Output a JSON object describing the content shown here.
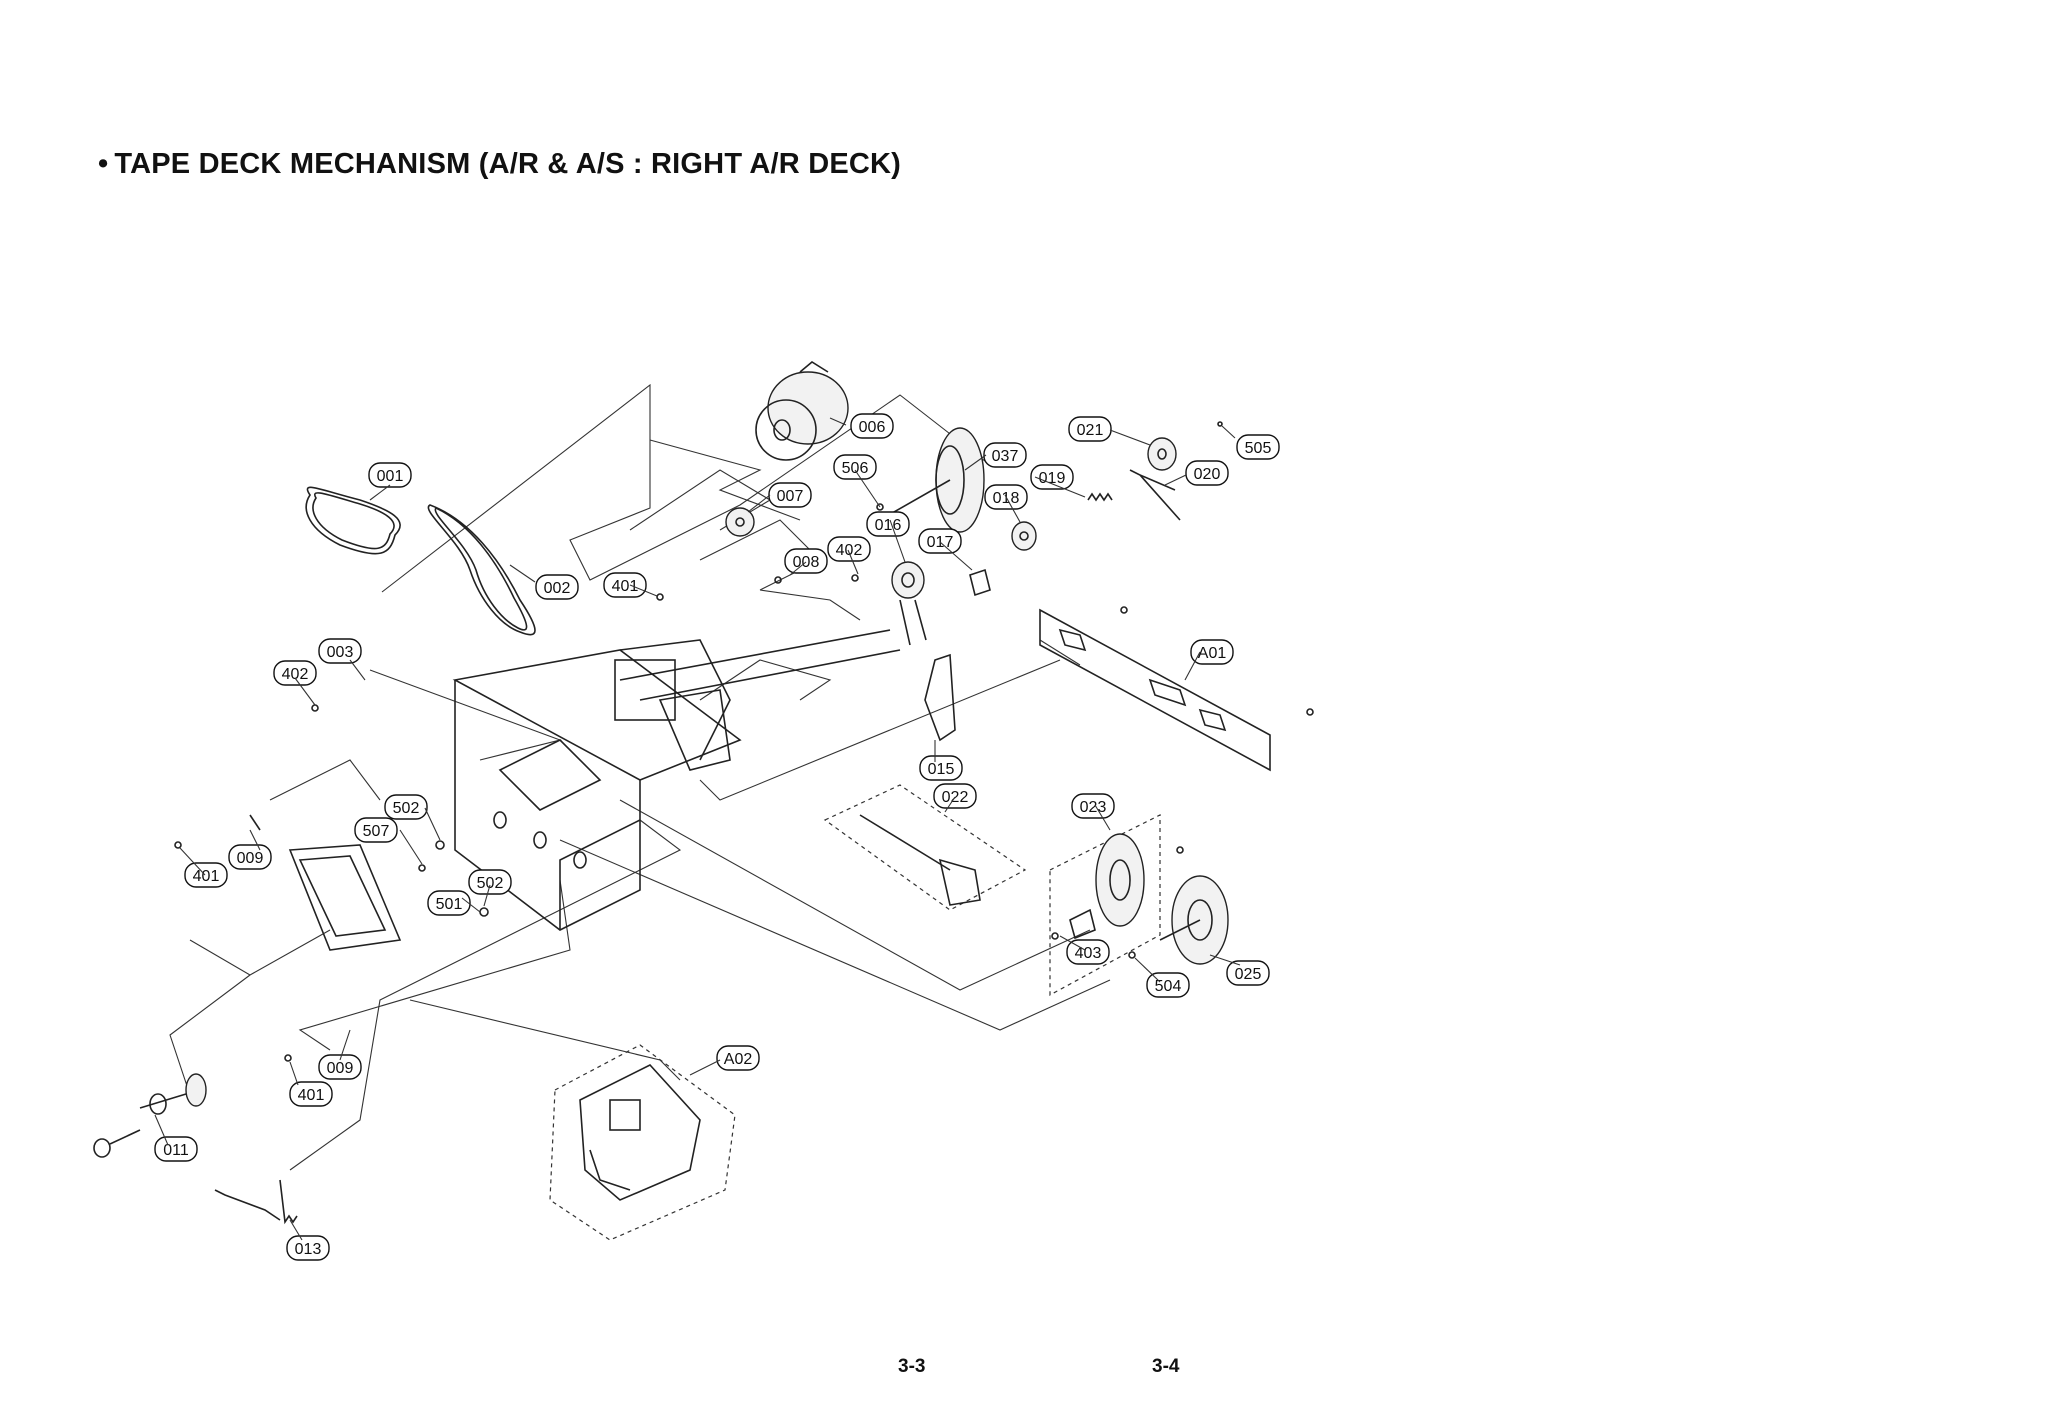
{
  "title": {
    "bullet": "•",
    "text": "TAPE DECK MECHANISM (A/R & A/S : RIGHT A/R DECK)"
  },
  "page_numbers": [
    "3-3",
    "3-4"
  ],
  "part_labels": [
    "001",
    "002",
    "003",
    "402",
    "006",
    "506",
    "007",
    "037",
    "021",
    "505",
    "019",
    "020",
    "018",
    "016",
    "017",
    "008",
    "402",
    "401",
    "A01",
    "015",
    "022",
    "023",
    "502",
    "507",
    "009",
    "401",
    "502",
    "501",
    "403",
    "504",
    "025",
    "A02",
    "009",
    "401",
    "011",
    "013"
  ]
}
